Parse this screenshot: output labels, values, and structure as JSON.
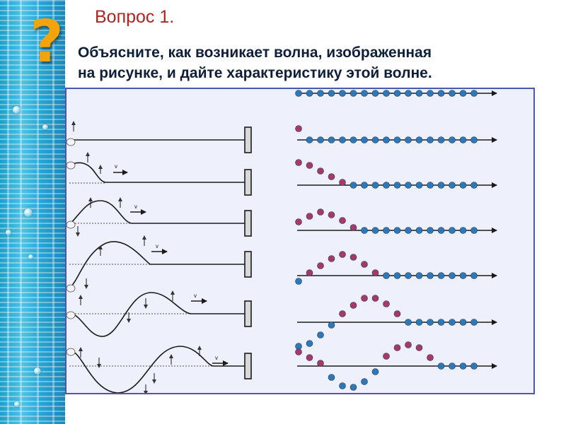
{
  "slide": {
    "title": "Вопрос 1.",
    "question_line1": "Объясните,  как возникает волна, изображенная",
    "question_line2": "на рисунке, и дайте характеристику этой волне."
  },
  "figure": {
    "velocity_label": "v",
    "icons": [
      "question-mark-icon",
      "hand-icon",
      "wall-clamp-icon",
      "arrow-icon"
    ],
    "colors": {
      "frame": "#4b5aa8",
      "background": "#eef0fb",
      "bead_blue": "#2f78b8",
      "bead_red": "#a8386a",
      "rope": "#1a1a1a"
    }
  }
}
